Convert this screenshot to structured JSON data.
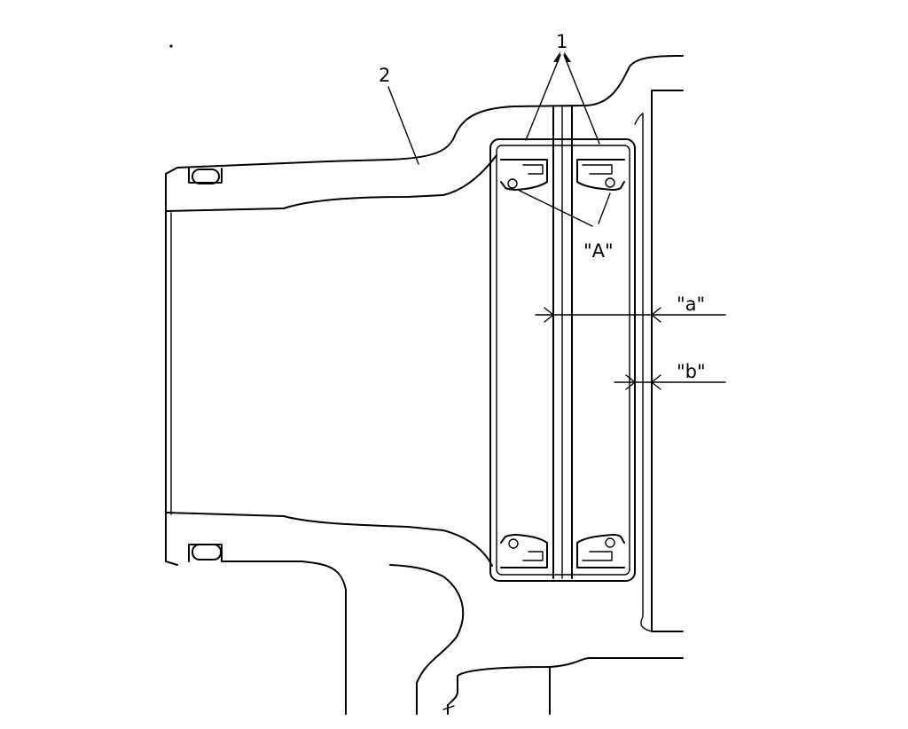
{
  "diagram": {
    "callouts": {
      "oil_seals": "1",
      "housing": "2",
      "detail_a": "\"A\"",
      "dimension_a": "\"a\"",
      "dimension_b": "\"b\""
    }
  }
}
